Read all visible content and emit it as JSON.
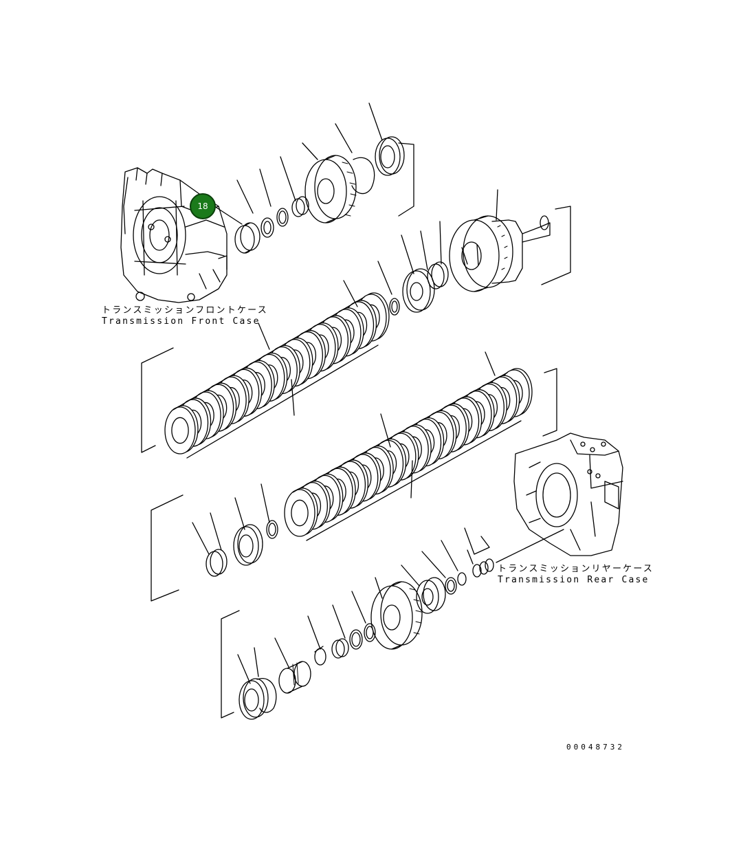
{
  "labels": {
    "front_case_jp": "トランスミッションフロントケース",
    "front_case_en": "Transmission Front Case",
    "rear_case_jp": "トランスミッションリヤーケース",
    "rear_case_en": "Transmission Rear Case"
  },
  "drawing_number": "00048732",
  "callout": {
    "number": "18",
    "color": "#1b7a1b"
  }
}
